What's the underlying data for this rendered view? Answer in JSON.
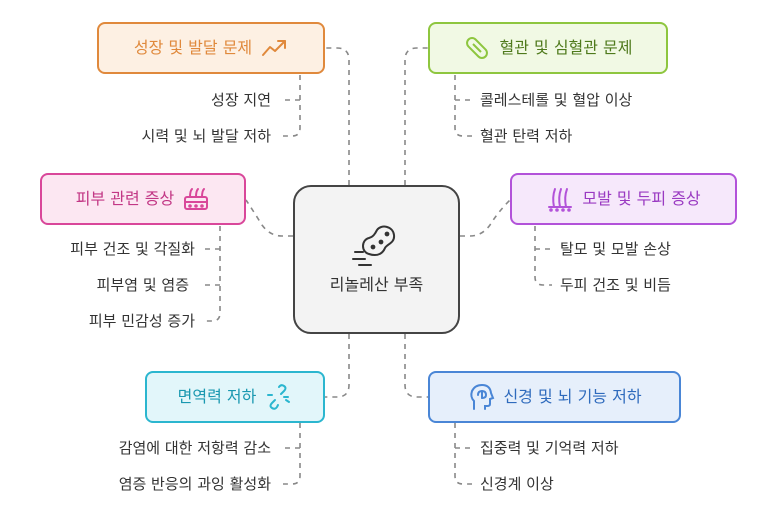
{
  "center": {
    "title": "리놀레산 부족",
    "icon": "peanut-icon"
  },
  "branches": [
    {
      "id": "growth",
      "label": "성장 및 발달 문제",
      "icon": "trend-up-icon",
      "color": "#e0893c",
      "fill": "#fdf0e3",
      "leaves": [
        "성장 지연",
        "시력 및 뇌 발달 저하"
      ]
    },
    {
      "id": "skin",
      "label": "피부 관련 증상",
      "icon": "skin-icon",
      "color": "#d9479a",
      "fill": "#fce7f2",
      "leaves": [
        "피부 건조 및 각질화",
        "피부염 및 염증",
        "피부 민감성 증가"
      ]
    },
    {
      "id": "immune",
      "label": "면역력 저하",
      "icon": "link-broken-icon",
      "color": "#2bb6cf",
      "fill": "#e2f6fa",
      "leaves": [
        "감염에 대한 저항력 감소",
        "염증 반응의 과잉 활성화"
      ]
    },
    {
      "id": "cardio",
      "label": "혈관 및 심혈관 문제",
      "icon": "pill-icon",
      "color": "#8ec63f",
      "fill": "#f1f9e4",
      "leaves": [
        "콜레스테롤 및 혈압 이상",
        "혈관 탄력 저하"
      ]
    },
    {
      "id": "hair",
      "label": "모발 및 두피 증상",
      "icon": "hair-scalp-icon",
      "color": "#b252d9",
      "fill": "#f6e8fb",
      "leaves": [
        "탈모 및 모발 손상",
        "두피 건조 및 비듬"
      ]
    },
    {
      "id": "nerve",
      "label": "신경 및 뇌 기능 저하",
      "icon": "brain-head-icon",
      "color": "#4a86d6",
      "fill": "#e6effb",
      "leaves": [
        "집중력 및 기억력 저하",
        "신경계 이상"
      ]
    }
  ]
}
